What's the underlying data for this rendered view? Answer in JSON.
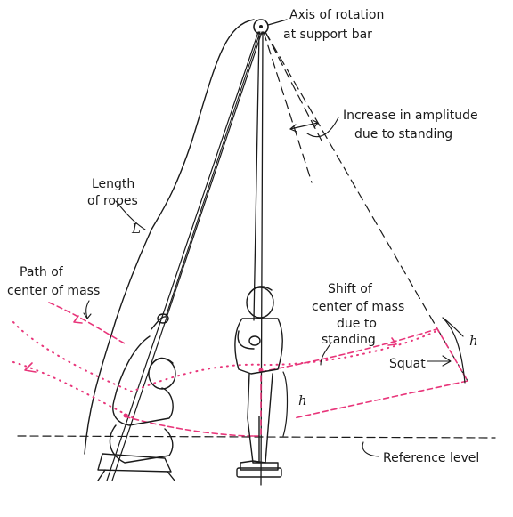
{
  "labels": {
    "axis_line1": "Axis of rotation",
    "axis_line2": "at support bar",
    "amp_line1": "Increase in amplitude",
    "amp_line2": "due to standing",
    "rope_line1": "Length",
    "rope_line2": "of ropes",
    "rope_symbol": "L",
    "path_line1": "Path of",
    "path_line2": "center of mass",
    "shift_line1": "Shift of",
    "shift_line2": "center of mass",
    "shift_line3": "due to",
    "shift_line4": "standing",
    "h_right": "h",
    "h_center": "h",
    "squat": "Squat",
    "reference": "Reference level"
  },
  "colors": {
    "ink": "#1a1a1a",
    "path": "#e8357a"
  }
}
